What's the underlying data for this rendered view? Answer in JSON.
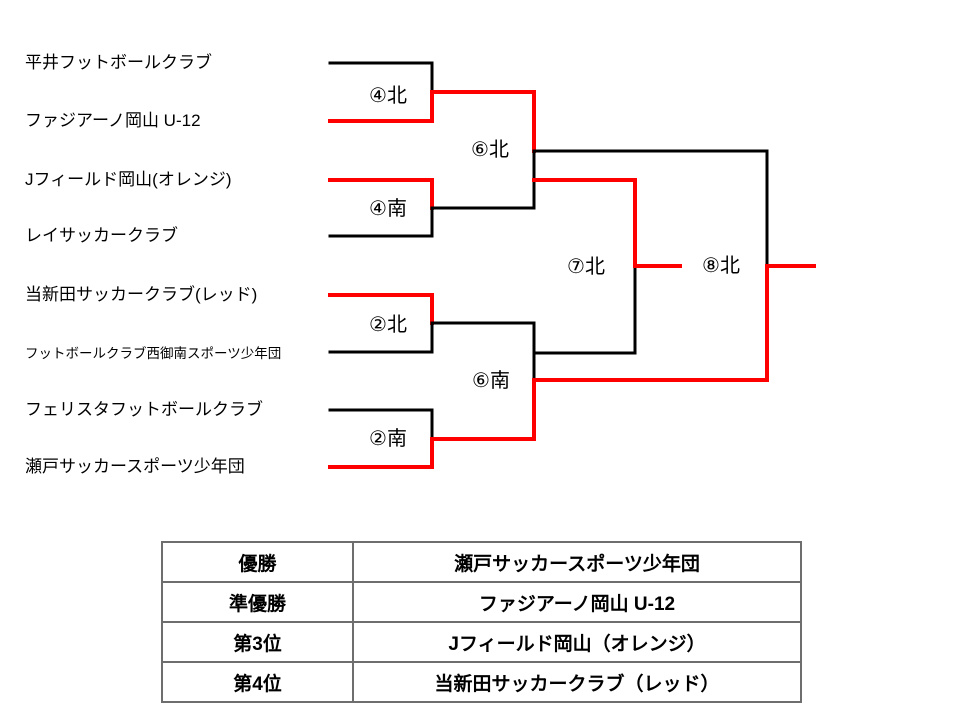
{
  "colors": {
    "winner_path": "#ff0000",
    "line": "#000000"
  },
  "bracket": {
    "teams": [
      {
        "name": "平井フットボールクラブ"
      },
      {
        "name": "ファジアーノ岡山 U-12"
      },
      {
        "name": "Jフィールド岡山(オレンジ)"
      },
      {
        "name": "レイサッカークラブ"
      },
      {
        "name": "当新田サッカークラブ(レッド)"
      },
      {
        "name": "フットボールクラブ西御南スポーツ少年団"
      },
      {
        "name": "フェリスタフットボールクラブ"
      },
      {
        "name": "瀬戸サッカースポーツ少年団"
      }
    ],
    "match_labels": {
      "qf_north1": "④北",
      "qf_south1": "④南",
      "qf_north2": "②北",
      "qf_south2": "②南",
      "sf_north": "⑥北",
      "sf_south": "⑥南",
      "third_place": "⑦北",
      "final": "⑧北"
    },
    "line_colors": {
      "team1_entry": "#000000",
      "team2_entry": "#ff0000",
      "team3_entry": "#ff0000",
      "team4_entry": "#000000",
      "team5_entry": "#ff0000",
      "team6_entry": "#000000",
      "team7_entry": "#000000",
      "team8_entry": "#ff0000",
      "qf_n1_join_top": "#000000",
      "qf_n1_join_bottom": "#ff0000",
      "qf_n1_winner_out": "#ff0000",
      "qf_s1_join_top": "#ff0000",
      "qf_s1_join_bottom": "#000000",
      "qf_s1_winner_out": "#000000",
      "qf_n2_join_top": "#ff0000",
      "qf_n2_join_bottom": "#000000",
      "qf_n2_winner_out": "#000000",
      "qf_s2_join_top": "#000000",
      "qf_s2_join_bottom": "#ff0000",
      "qf_s2_winner_out": "#ff0000",
      "sf_n_join_top": "#ff0000",
      "sf_n_join_bottom": "#000000",
      "sf_n_to_final": "#000000",
      "sf_n_to_third": "#ff0000",
      "sf_s_join_top": "#000000",
      "sf_s_join_bottom": "#ff0000",
      "sf_s_to_third": "#000000",
      "sf_s_to_final": "#ff0000",
      "third_join_top": "#ff0000",
      "third_join_bottom": "#000000",
      "third_winner_out": "#ff0000",
      "final_join_top": "#000000",
      "final_join_bottom": "#ff0000",
      "final_winner_out": "#ff0000"
    }
  },
  "standings": {
    "rows": [
      {
        "rank": "優勝",
        "team": "瀬戸サッカースポーツ少年団"
      },
      {
        "rank": "準優勝",
        "team": "ファジアーノ岡山 U-12"
      },
      {
        "rank": "第3位",
        "team": "Jフィールド岡山（オレンジ）"
      },
      {
        "rank": "第4位",
        "team": "当新田サッカークラブ（レッド）"
      }
    ]
  }
}
